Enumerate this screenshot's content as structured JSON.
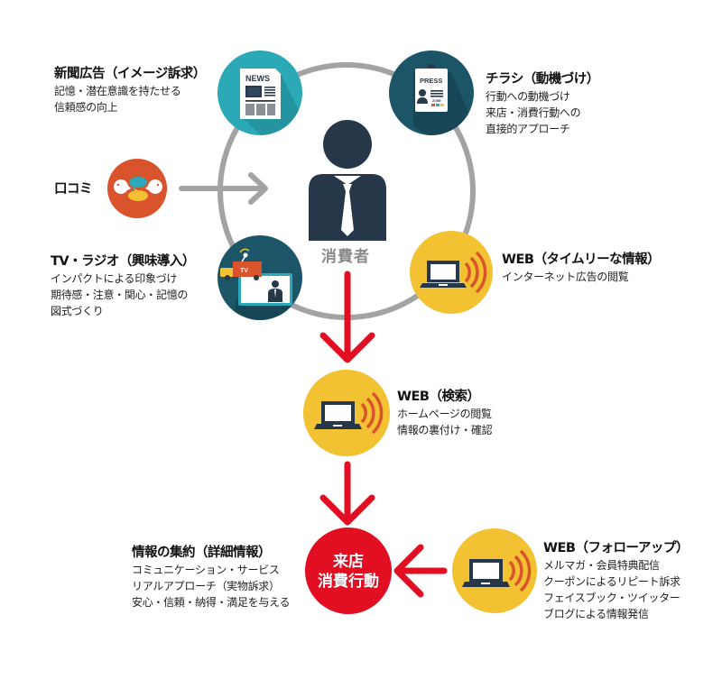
{
  "colors": {
    "teal": "#2ba9b7",
    "dark_teal": "#1d5568",
    "orange": "#d9532c",
    "yellow": "#f2c232",
    "navy": "#253748",
    "red": "#e20f22",
    "gray_ring": "#a3a3a3"
  },
  "center": {
    "label": "消費者",
    "icon": "businessman-icon"
  },
  "nodes": {
    "newspaper": {
      "icon": "newspaper-icon",
      "icon_text": "NEWS",
      "title": "新聞広告（イメージ訴求）",
      "lines": [
        "記憶・潜在意識を持たせる",
        "信頼感の向上"
      ]
    },
    "flyer": {
      "icon": "press-badge-icon",
      "icon_text": "PRESS",
      "icon_subtext": "ZONE",
      "title": "チラシ（動機づけ）",
      "lines": [
        "行動への動機づけ",
        "来店・消費行動への",
        "直接的アプローチ"
      ]
    },
    "word_of_mouth": {
      "icon": "chat-bubbles-icon",
      "title": "口コミ"
    },
    "tv_radio": {
      "icon": "tv-broadcast-icon",
      "icon_text": "TV",
      "title": "TV・ラジオ（興味導入）",
      "lines": [
        "インパクトによる印象づけ",
        "期待感・注意・関心・記憶の",
        "図式づくり"
      ]
    },
    "web_timely": {
      "icon": "laptop-signal-icon",
      "title": "WEB（タイムリーな情報）",
      "lines": [
        "インターネット広告の閲覧"
      ]
    },
    "web_search": {
      "icon": "laptop-signal-icon",
      "title": "WEB（検索）",
      "lines": [
        "ホームページの閲覧",
        "情報の裏付け・確認"
      ]
    },
    "store_visit": {
      "lines": [
        "来店",
        "消費行動"
      ]
    },
    "info_aggregation": {
      "title": "情報の集約（詳細情報）",
      "lines": [
        "コミュニケーション・サービス",
        "リアルアプローチ（実物訴求）",
        "安心・信頼・納得・満足を与える"
      ]
    },
    "web_followup": {
      "icon": "laptop-signal-icon",
      "title": "WEB（フォローアップ）",
      "lines": [
        "メルマガ・会員特典配信",
        "クーポンによるリピート訴求",
        "フェイスブック・ツイッター",
        "ブログによる情報発信"
      ]
    }
  }
}
